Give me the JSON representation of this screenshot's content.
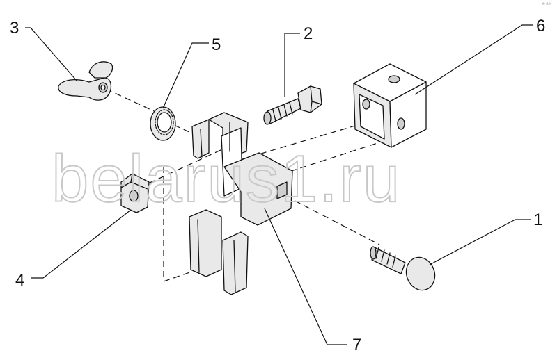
{
  "watermark": "belarus1.ru",
  "corner_mark": "ᵃᵇ ᵃᵇᵇ",
  "callouts": [
    {
      "id": "1",
      "label": "1"
    },
    {
      "id": "2",
      "label": "2"
    },
    {
      "id": "3",
      "label": "3"
    },
    {
      "id": "4",
      "label": "4"
    },
    {
      "id": "5",
      "label": "5"
    },
    {
      "id": "6",
      "label": "6"
    },
    {
      "id": "7",
      "label": "7"
    }
  ],
  "colors": {
    "line": "#111111",
    "part_fill": "#e9e9e9",
    "part_shade": "#cfcfcf",
    "watermark": "#c8c8c8"
  }
}
